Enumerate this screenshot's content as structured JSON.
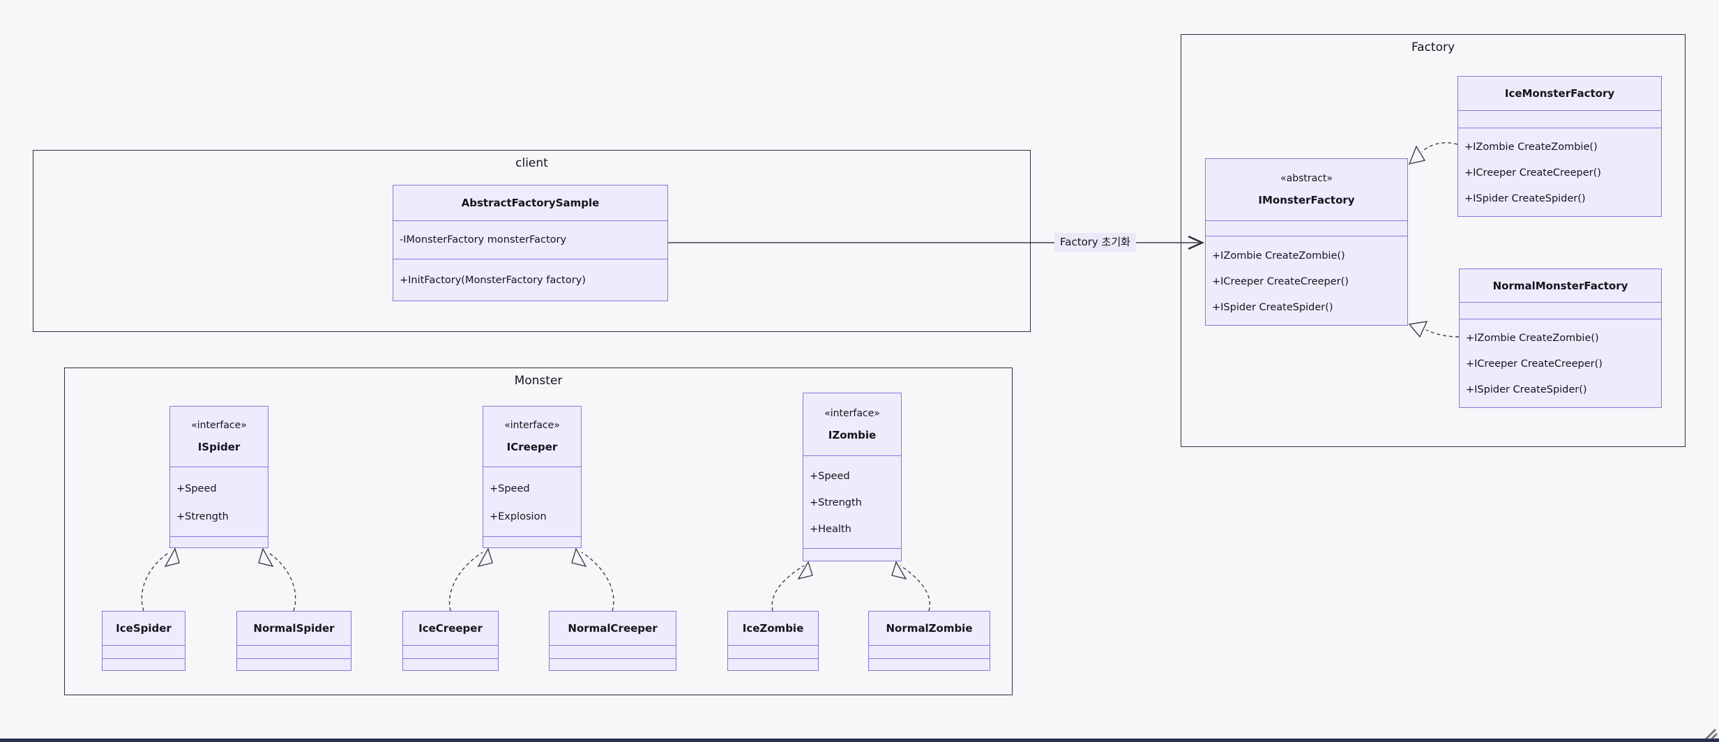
{
  "containers": {
    "client": {
      "title": "client"
    },
    "factory": {
      "title": "Factory"
    },
    "monster": {
      "title": "Monster"
    }
  },
  "classes": {
    "abstractFactorySample": {
      "name": "AbstractFactorySample",
      "attributes": [
        "-IMonsterFactory monsterFactory"
      ],
      "methods": [
        "+InitFactory(MonsterFactory factory)"
      ]
    },
    "iMonsterFactory": {
      "stereotype": "«abstract»",
      "name": "IMonsterFactory",
      "methods": [
        "+IZombie CreateZombie()",
        "+ICreeper CreateCreeper()",
        "+ISpider CreateSpider()"
      ]
    },
    "iceMonsterFactory": {
      "name": "IceMonsterFactory",
      "methods": [
        "+IZombie CreateZombie()",
        "+ICreeper CreateCreeper()",
        "+ISpider CreateSpider()"
      ]
    },
    "normalMonsterFactory": {
      "name": "NormalMonsterFactory",
      "methods": [
        "+IZombie CreateZombie()",
        "+ICreeper CreateCreeper()",
        "+ISpider CreateSpider()"
      ]
    },
    "iSpider": {
      "stereotype": "«interface»",
      "name": "ISpider",
      "attributes": [
        "+Speed",
        "+Strength"
      ]
    },
    "iCreeper": {
      "stereotype": "«interface»",
      "name": "ICreeper",
      "attributes": [
        "+Speed",
        "+Explosion"
      ]
    },
    "iZombie": {
      "stereotype": "«interface»",
      "name": "IZombie",
      "attributes": [
        "+Speed",
        "+Strength",
        "+Health"
      ]
    },
    "iceSpider": {
      "name": "IceSpider"
    },
    "normalSpider": {
      "name": "NormalSpider"
    },
    "iceCreeper": {
      "name": "IceCreeper"
    },
    "normalCreeper": {
      "name": "NormalCreeper"
    },
    "iceZombie": {
      "name": "IceZombie"
    },
    "normalZombie": {
      "name": "NormalZombie"
    }
  },
  "edges": {
    "factoryInit": {
      "label": "Factory 초기화"
    }
  },
  "colors": {
    "pageBackground": "#f6f7f9",
    "classFill": "#ececfc",
    "classStroke": "#9370DB",
    "containerStroke": "#2e2e38",
    "edgeColor": "#3f3f46",
    "edgeLabelBackground": "#e9e9f8",
    "bottomBar": "#2b3050"
  }
}
